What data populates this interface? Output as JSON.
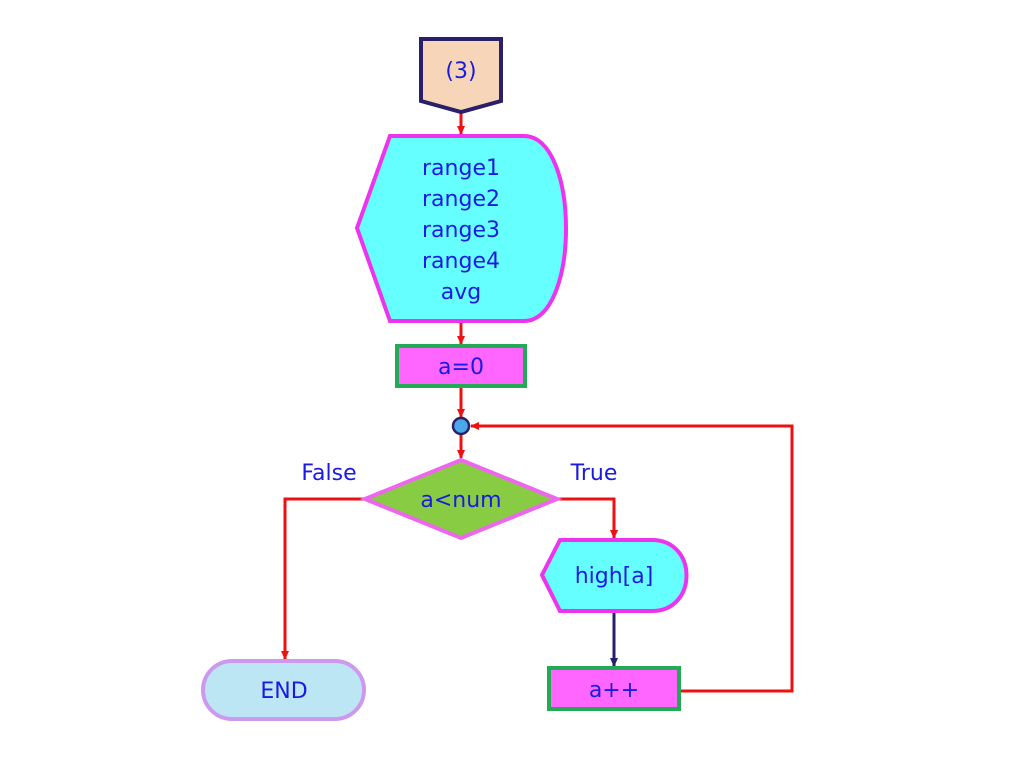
{
  "connector": {
    "label": "(3)"
  },
  "display": {
    "lines": [
      "range1",
      "range2",
      "range3",
      "range4",
      "avg"
    ]
  },
  "init": {
    "label": "a=0"
  },
  "decision": {
    "label": "a<num",
    "true_label": "True",
    "false_label": "False"
  },
  "output": {
    "label": "high[a]"
  },
  "increment": {
    "label": "a++"
  },
  "terminator": {
    "label": "END"
  },
  "colors": {
    "connector_fill": "#f6d5b8",
    "connector_stroke": "#2a1f6b",
    "display_fill": "#66ffff",
    "display_stroke": "#ee33ee",
    "process_fill": "#ff66ff",
    "process_stroke": "#22aa55",
    "decision_fill": "#88cc44",
    "decision_stroke": "#ee66ee",
    "end_fill": "#bde6f5",
    "end_stroke": "#cc99ee",
    "arrow_red": "#ee1111",
    "arrow_navy": "#2a1f6b",
    "junction_fill": "#4aa8e8",
    "text": "#1a1ae0"
  }
}
